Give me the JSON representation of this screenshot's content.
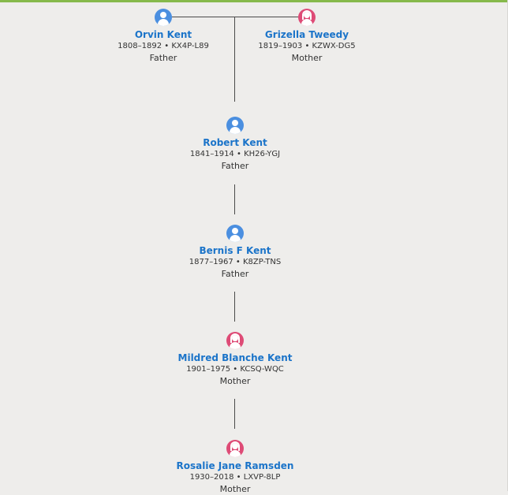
{
  "parents": {
    "father": {
      "name": "Orvin Kent",
      "dates": "1808–1892",
      "id": "KX4P-L89",
      "relation": "Father",
      "gender": "male"
    },
    "mother": {
      "name": "Grizella Tweedy",
      "dates": "1819–1903",
      "id": "KZWX-DG5",
      "relation": "Mother",
      "gender": "female"
    }
  },
  "lineage": [
    {
      "name": "Robert Kent",
      "dates": "1841–1914",
      "id": "KH26-YGJ",
      "relation": "Father",
      "gender": "male"
    },
    {
      "name": "Bernis F Kent",
      "dates": "1877–1967",
      "id": "K8ZP-TNS",
      "relation": "Father",
      "gender": "male"
    },
    {
      "name": "Mildred Blanche Kent",
      "dates": "1901–1975",
      "id": "KCSQ-WQC",
      "relation": "Mother",
      "gender": "female"
    },
    {
      "name": "Rosalie Jane Ramsden",
      "dates": "1930–2018",
      "id": "LXVP-8LP",
      "relation": "Mother",
      "gender": "female"
    }
  ],
  "separator": " • ",
  "colors": {
    "accent_bar": "#86b94b",
    "link": "#1b74c9",
    "male": "#4b8fe0",
    "female": "#de4b76"
  }
}
